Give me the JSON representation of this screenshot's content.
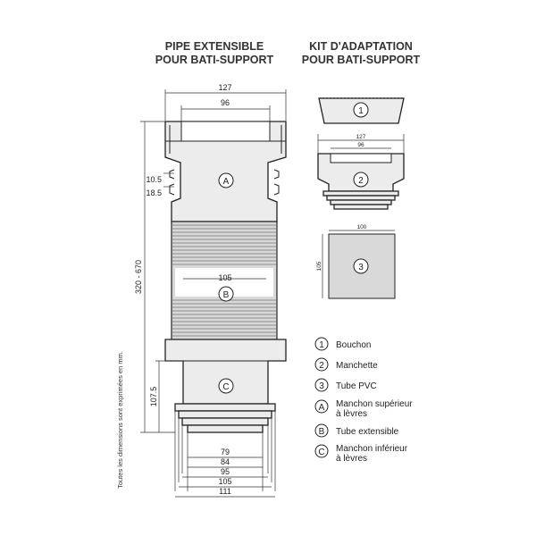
{
  "titles": {
    "left_line1": "PIPE EXTENSIBLE",
    "left_line2": "POUR BATI-SUPPORT",
    "right_line1": "KIT D'ADAPTATION",
    "right_line2": "POUR BATI-SUPPORT"
  },
  "pipe_dimensions": {
    "top_outer": "127",
    "top_inner": "96",
    "notch_1": "10.5",
    "notch_2": "18.5",
    "total_height": "320 - 670",
    "mid_width": "105",
    "lower_height": "107.5",
    "bottom_79": "79",
    "bottom_84": "84",
    "bottom_95": "95",
    "bottom_105": "105",
    "bottom_111": "111"
  },
  "part_labels": {
    "A": "A",
    "B": "B",
    "C": "C",
    "n1": "1",
    "n2": "2",
    "n3": "3"
  },
  "kit_dimensions": {
    "manchette_outer": "127",
    "manchette_inner": "96",
    "tube_width": "100",
    "tube_height": "105"
  },
  "legend": [
    {
      "marker": "1",
      "line1": "Bouchon",
      "line2": ""
    },
    {
      "marker": "2",
      "line1": "Manchette",
      "line2": ""
    },
    {
      "marker": "3",
      "line1": "Tube PVC",
      "line2": ""
    },
    {
      "marker": "A",
      "line1": "Manchon supérieur",
      "line2": "à lèvres"
    },
    {
      "marker": "B",
      "line1": "Tube extensible",
      "line2": ""
    },
    {
      "marker": "C",
      "line1": "Manchon inférieur",
      "line2": "à lèvres"
    }
  ],
  "note": "Toutes les dimensions sont exprimées en mm.",
  "colors": {
    "line": "#222222",
    "fill_light": "#ececec",
    "tube_fill": "#d8d8d8",
    "corrugation": "#9a9a9a"
  }
}
